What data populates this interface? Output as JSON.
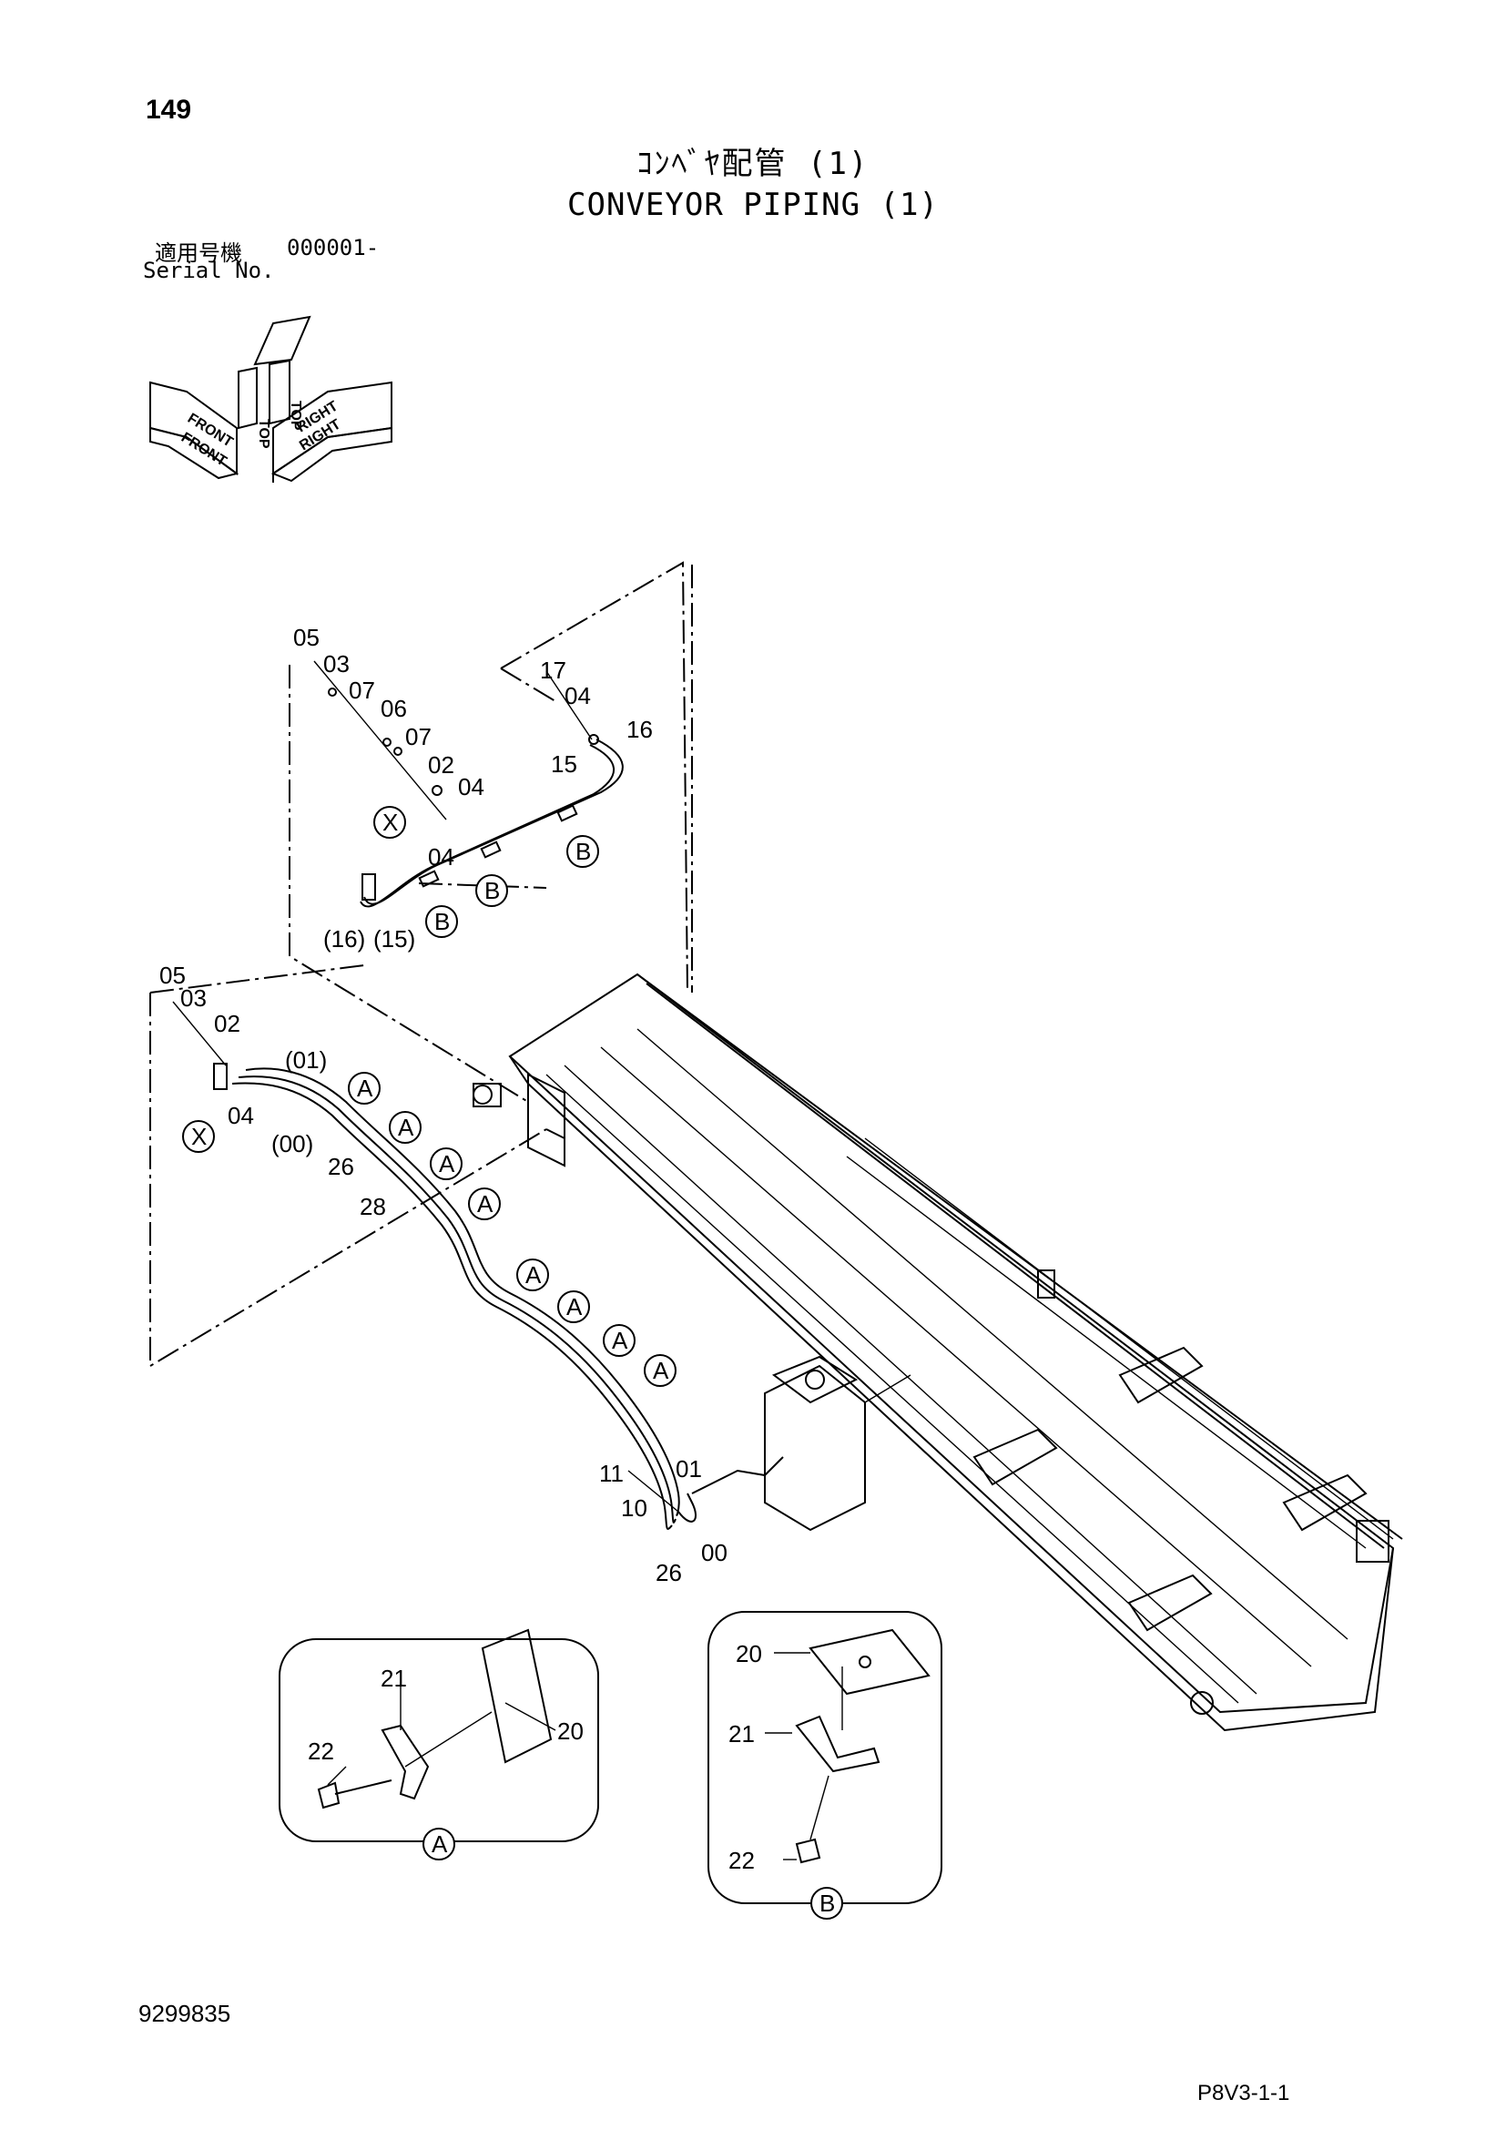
{
  "page_number": "149",
  "title_jp": "ｺﾝﾍﾞﾔ配管 (1)",
  "title_en": "CONVEYOR PIPING (1)",
  "serial": {
    "label_jp": "適用号機",
    "value": "000001-",
    "label_en": "Serial No."
  },
  "orientation": {
    "top": "TOP",
    "front": "FRONT",
    "right": "RIGHT"
  },
  "labels": {
    "u05": "05",
    "u03": "03",
    "u07a": "07",
    "u06": "06",
    "u07b": "07",
    "u02": "02",
    "u04a": "04",
    "u17": "17",
    "u04b": "04",
    "u16": "16",
    "u15": "15",
    "u04c": "04",
    "u16p": "(16)",
    "u15p": "(15)",
    "l05": "05",
    "l03": "03",
    "l02": "02",
    "l04": "04",
    "l01p": "(01)",
    "l00p": "(00)",
    "l26a": "26",
    "l28": "28",
    "l11": "11",
    "l01": "01",
    "l10": "10",
    "l00": "00",
    "l26b": "26",
    "da21": "21",
    "da22": "22",
    "da20": "20",
    "db20": "20",
    "db21": "21",
    "db22": "22"
  },
  "callouts": {
    "x": "X",
    "a": "A",
    "b": "B"
  },
  "doc_code": "9299835",
  "sheet_code": "P8V3-1-1"
}
